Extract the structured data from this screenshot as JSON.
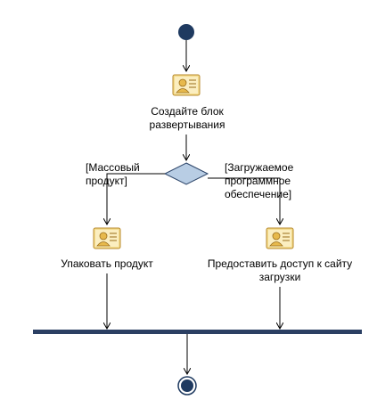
{
  "diagram": {
    "title": "",
    "nodes": {
      "create": {
        "label_line1": "Создайте блок",
        "label_line2": "развертывания",
        "icon": "activity-icon"
      },
      "pack": {
        "label": "Упаковать продукт",
        "icon": "activity-icon"
      },
      "provide": {
        "label_line1": "Предоставить доступ к сайту",
        "label_line2": "загрузки",
        "icon": "activity-icon"
      }
    },
    "guards": {
      "mass": {
        "line1": "[Массовый",
        "line2": "продукт]"
      },
      "download": {
        "line1": "[Загружаемое",
        "line2": "программное",
        "line3": "обеспечение]"
      }
    },
    "colors": {
      "node_fill": "#1f3a60",
      "bar": "#2b3f63",
      "diamond_fill": "#b8cde4",
      "diamond_stroke": "#2b4468",
      "icon_fill": "#f4dc8e",
      "icon_stroke": "#b88a2c",
      "line": "#000000"
    }
  }
}
